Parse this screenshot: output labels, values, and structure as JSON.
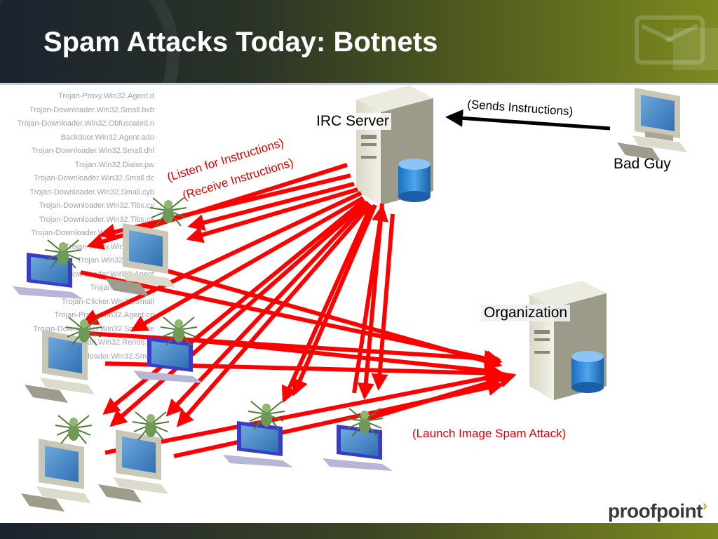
{
  "slide": {
    "title": "Spam Attacks Today: Botnets",
    "colors": {
      "header_dark": "#1b2230",
      "header_olive": "#7d8a1f",
      "arrow_red": "#ff0000",
      "label_red": "#e00000"
    }
  },
  "background_list": [
    "Trojan-Proxy.Win32.Agent.d",
    "Trojan-Downloader.Win32.Small.bxb",
    "Trojan-Downloader.Win32.Obfuscated.n",
    "Backdoor.Win32.Agent.ado",
    "Trojan-Downloader.Win32.Small.dhl",
    "Trojan.Win32.Dialer.pw",
    "Trojan-Downloader.Win32.Small.dc",
    "Trojan-Downloader.Win32.Small.cyb",
    "Trojan-Downloader.Win32.Tibs.cv",
    "Trojan-Downloader.Win32.Tibs.cx",
    "Trojan-Downloader.Win32.Small.dm",
    "Trojan-Proxy.Win32.Lager",
    "Trojan.Win32.PePatch",
    "Trojan-Downloader.Win32.Agent",
    "Trojan.Win32.Opel",
    "Trojan-Clicker.Win32.Small",
    "Trojan-Proxy.Win32.Agent.cq",
    "Trojan-Downloader.Win32.Small.de",
    "Trojan.Win32.Renos.cx",
    "Trojan-Downloader.Win32.Small"
  ],
  "nodes": {
    "irc_server": {
      "label": "IRC Server",
      "icon": "server-icon"
    },
    "bad_guy": {
      "label": "Bad Guy",
      "icon": "desktop-computer-icon"
    },
    "organization": {
      "label": "Organization",
      "icon": "server-icon"
    },
    "bots": [
      {
        "icon": "desktop-computer-icon"
      },
      {
        "icon": "laptop-icon"
      },
      {
        "icon": "desktop-computer-icon"
      },
      {
        "icon": "laptop-icon"
      },
      {
        "icon": "desktop-computer-icon"
      },
      {
        "icon": "desktop-computer-icon"
      },
      {
        "icon": "laptop-icon"
      },
      {
        "icon": "laptop-icon"
      }
    ],
    "infection_icon": "spider-icon"
  },
  "annotations": {
    "sends": "(Sends Instructions)",
    "listen": "(Listen for Instructions)",
    "receive": "(Receive Instructions)",
    "launch": "(Launch Image Spam Attack)"
  },
  "logo": {
    "text": "proofpoint",
    "mark": "›"
  }
}
